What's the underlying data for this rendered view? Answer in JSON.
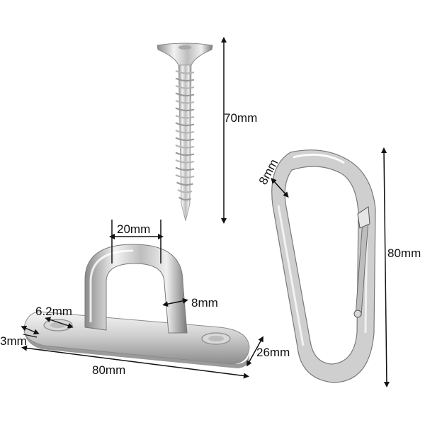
{
  "dimensions": {
    "screw_length": "70mm",
    "hook_width": "20mm",
    "hook_thickness": "8mm",
    "hole_diameter": "6.2mm",
    "plate_thickness": "3mm",
    "plate_length": "80mm",
    "plate_width": "26mm",
    "carabiner_wire": "8mm",
    "carabiner_length": "80mm"
  },
  "colors": {
    "steel_light": "#f4f4f4",
    "steel_mid": "#c8c8c8",
    "steel_dark": "#7c7c7c",
    "dimension_line": "#111111",
    "background": "#ffffff"
  }
}
